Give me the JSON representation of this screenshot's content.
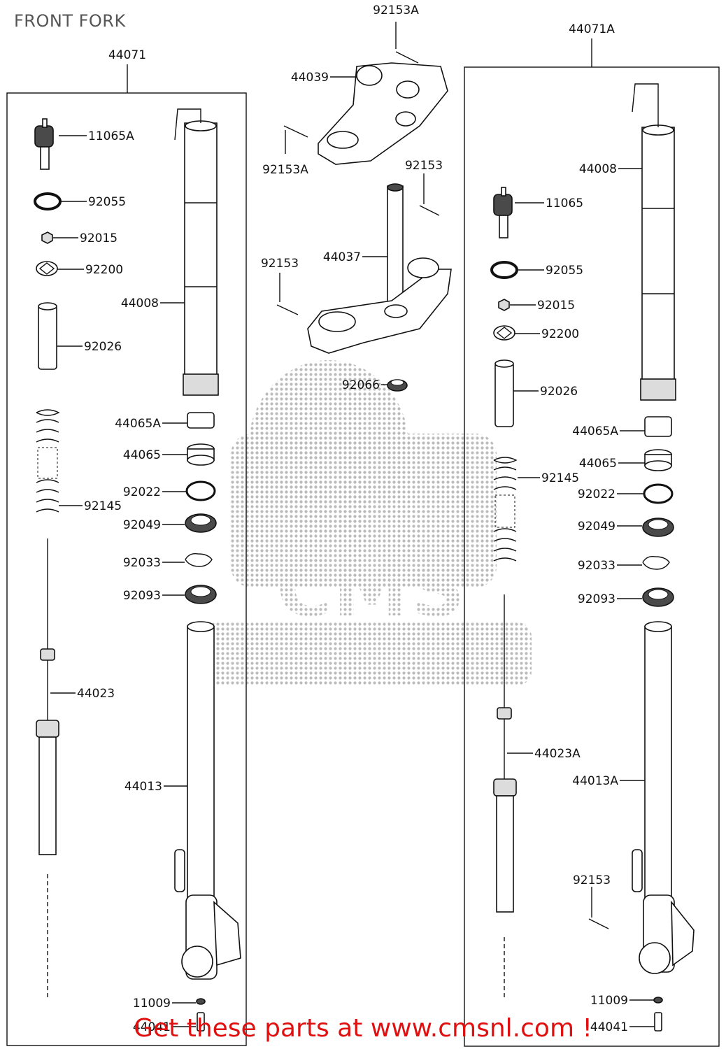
{
  "title": "FRONT FORK",
  "banner": "Get these parts at www.cmsnl.com !",
  "watermark": "CMS",
  "colors": {
    "banner": "#e01010",
    "title": "#555555",
    "watermark": "#9a9a9a"
  },
  "assemblies": {
    "left": "44071",
    "right": "44071A"
  },
  "labels": {
    "l_11065A": "11065A",
    "l_92055": "92055",
    "l_92015": "92015",
    "l_92200": "92200",
    "l_92026": "92026",
    "l_92145": "92145",
    "l_44023": "44023",
    "l_44008": "44008",
    "l_44065A": "44065A",
    "l_44065": "44065",
    "l_92022": "92022",
    "l_92049": "92049",
    "l_92033": "92033",
    "l_92093": "92093",
    "l_44013": "44013",
    "l_11009": "11009",
    "l_44041": "44041",
    "c_92153A_top": "92153A",
    "c_44039": "44039",
    "c_92153A_mid": "92153A",
    "c_92153_a": "92153",
    "c_44037": "44037",
    "c_92153_b": "92153",
    "c_92066": "92066",
    "r_44008": "44008",
    "r_11065": "11065",
    "r_92055": "92055",
    "r_92015": "92015",
    "r_92200": "92200",
    "r_92026": "92026",
    "r_44065A": "44065A",
    "r_44065": "44065",
    "r_92145": "92145",
    "r_92022": "92022",
    "r_92049": "92049",
    "r_92033": "92033",
    "r_92093": "92093",
    "r_44023A": "44023A",
    "r_44013A": "44013A",
    "r_92153": "92153",
    "r_11009": "11009",
    "r_44041": "44041"
  }
}
